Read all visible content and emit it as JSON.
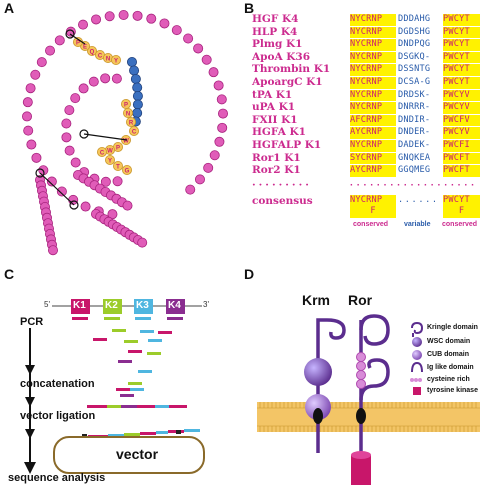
{
  "panels": [
    "A",
    "B",
    "C",
    "D"
  ],
  "panel_a": {
    "kringle_letters": [
      "P",
      "N",
      "R",
      "C",
      "W",
      "P",
      "W",
      "C",
      "Y",
      "T",
      "G",
      "Q",
      "E",
      "P",
      "C",
      "N",
      "Y"
    ]
  },
  "panel_b": {
    "rows": [
      {
        "name": "HGF K4",
        "left": "NYCRNP",
        "mid": "DDDAHG",
        "right": "PWCYT"
      },
      {
        "name": "HLP K4",
        "left": "NYCRNP",
        "mid": "DGDSHG",
        "right": "PWCYT"
      },
      {
        "name": "Plmg K1",
        "left": "NYCRNP",
        "mid": "DNDPQG",
        "right": "PWCYT"
      },
      {
        "name": "ApoA K36",
        "left": "NYCRNP",
        "mid": "DSGKQ-",
        "right": "PWCYT"
      },
      {
        "name": "Thrombin K1",
        "left": "NYCRNP",
        "mid": "DSSNTG",
        "right": "PWCYT"
      },
      {
        "name": "ApoargC K1",
        "left": "NYCRNP",
        "mid": "DCSA-G",
        "right": "PWCYT"
      },
      {
        "name": "tPA K1",
        "left": "NYCRNP",
        "mid": "DRDSK-",
        "right": "PWCYV"
      },
      {
        "name": "uPA K1",
        "left": "NYCRNP",
        "mid": "DNRRR-",
        "right": "PWCYV"
      },
      {
        "name": "FXII K1",
        "left": "AFCRNP",
        "mid": "DNDIR-",
        "right": "PWCFV"
      },
      {
        "name": "HGFA K1",
        "left": "AYCRNP",
        "mid": "DNDER-",
        "right": "PWCYV"
      },
      {
        "name": "HGFALP K1",
        "left": "NYCRNP",
        "mid": "DADEK-",
        "right": "PWCFI"
      },
      {
        "name": "Ror1 K1",
        "left": "SYCRNP",
        "mid": "GNQKEA",
        "right": "PWCFT"
      },
      {
        "name": "Ror2 K1",
        "left": "AYCRNP",
        "mid": "GGQMEG",
        "right": "PWCFT"
      }
    ],
    "dots": "·········",
    "consensus_label": "consensus",
    "consensus_left": "NYCRNP",
    "consensus_left_sub": "F",
    "consensus_mid": "......",
    "consensus_right": "PWCYT",
    "consensus_right_sub": "F",
    "foot_conserved_1": "conserved",
    "foot_variable": "variable",
    "foot_conserved_2": "conserved"
  },
  "panel_c": {
    "prime5": "5'",
    "prime3": "3'",
    "k_labels": [
      "K1",
      "K2",
      "K3",
      "K4"
    ],
    "steps": [
      "PCR",
      "concatenation",
      "vector ligation",
      "sequence analysis"
    ],
    "vector_label": "vector"
  },
  "panel_d": {
    "krm_label": "Krm",
    "ror_label": "Ror",
    "legend": [
      {
        "icon": "kringle",
        "text": "Kringle domain"
      },
      {
        "icon": "wsc",
        "text": "WSC domain"
      },
      {
        "icon": "cub",
        "text": "CUB domain"
      },
      {
        "icon": "ig",
        "text": "Ig like domain"
      },
      {
        "icon": "cys",
        "text": "cysteine rich"
      },
      {
        "icon": "tk",
        "text": "tyrosine kinase"
      }
    ]
  },
  "colors": {
    "magenta": "#cc2b8f",
    "blue": "#3a6fbf",
    "yellow": "#fff200",
    "purple": "#5b2d8e",
    "membrane": "#f3c566",
    "k1": "#c8166a",
    "k2": "#9ccc2a",
    "k3": "#4fb6e0",
    "k4": "#8a2d90",
    "vector": "#8a6a2a"
  }
}
